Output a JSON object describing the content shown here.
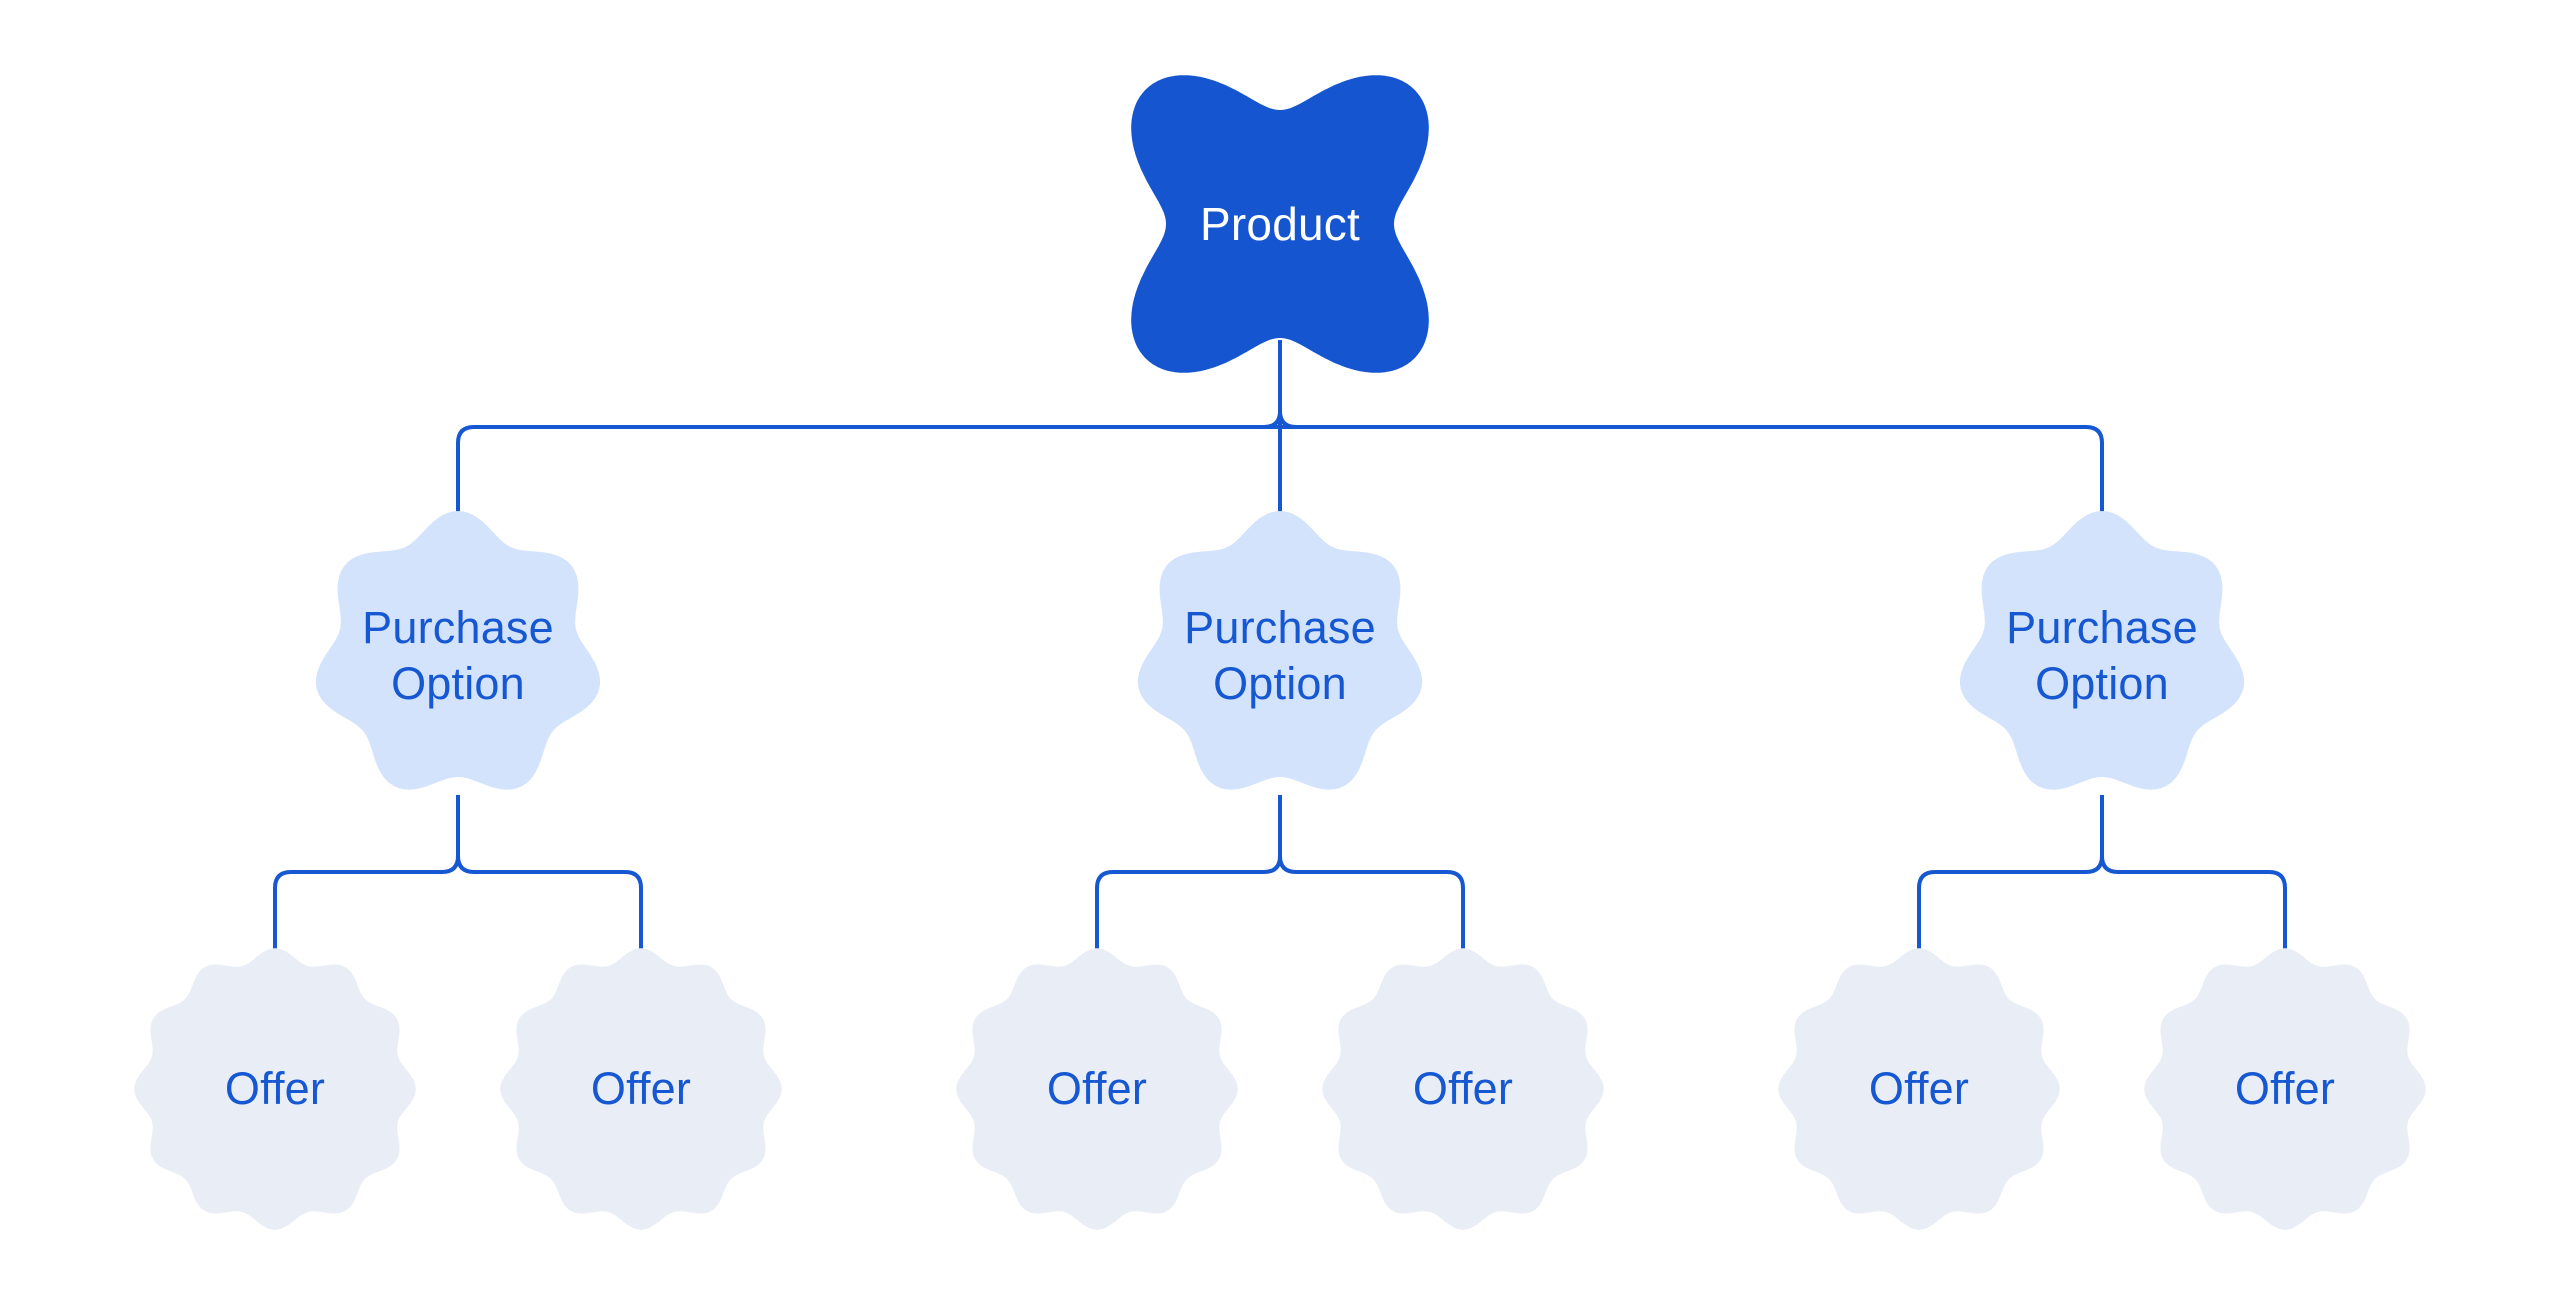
{
  "page": {
    "background_color": "#FFFFFF"
  },
  "diagram": {
    "type": "tree",
    "accent_color": "#1657D2",
    "connector_color": "#1657D2",
    "product_node": {
      "label": "Product",
      "fill": "#1556D0",
      "text_color": "#FFFFFF",
      "shape": "four-lobe-blob"
    },
    "purchase_node_fill": "#D3E3FC",
    "offer_node_fill": "#E9EDF6",
    "light_node_text_color": "#1657D2",
    "groups": [
      {
        "purchase_option": {
          "label": "Purchase Option",
          "shape": "seven-lobe-cloud"
        },
        "offers": [
          {
            "label": "Offer",
            "shape": "twelve-scallop-circle"
          },
          {
            "label": "Offer",
            "shape": "twelve-scallop-circle"
          }
        ]
      },
      {
        "purchase_option": {
          "label": "Purchase Option",
          "shape": "seven-lobe-cloud"
        },
        "offers": [
          {
            "label": "Offer",
            "shape": "twelve-scallop-circle"
          },
          {
            "label": "Offer",
            "shape": "twelve-scallop-circle"
          }
        ]
      },
      {
        "purchase_option": {
          "label": "Purchase Option",
          "shape": "seven-lobe-cloud"
        },
        "offers": [
          {
            "label": "Offer",
            "shape": "twelve-scallop-circle"
          },
          {
            "label": "Offer",
            "shape": "twelve-scallop-circle"
          }
        ]
      }
    ]
  }
}
